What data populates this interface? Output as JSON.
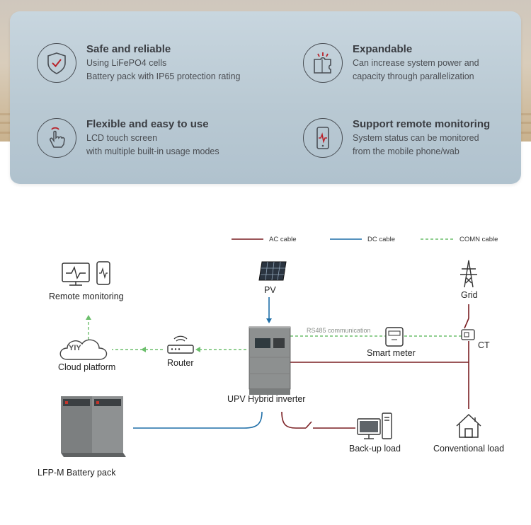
{
  "features": [
    {
      "title": "Safe and reliable",
      "lines": [
        "Using LiFePO4 cells",
        "Battery pack with IP65 protection rating"
      ],
      "icon": "shield-check-icon"
    },
    {
      "title": "Expandable",
      "lines": [
        "Can increase system power and",
        "capacity through parallelization"
      ],
      "icon": "puzzle-icon"
    },
    {
      "title": "Flexible and easy to use",
      "lines": [
        "LCD touch screen",
        "with multiple built-in usage modes"
      ],
      "icon": "touch-hand-icon"
    },
    {
      "title": "Support remote monitoring",
      "lines": [
        "System status can be monitored",
        "from the mobile phone/wab"
      ],
      "icon": "phone-monitor-icon"
    }
  ],
  "legend": {
    "ac": "AC cable",
    "dc": "DC cable",
    "comn": "COMN cable"
  },
  "colors": {
    "ac": "#7a1e22",
    "dc": "#1f6fa8",
    "comn": "#6dbf6d"
  },
  "nodes": {
    "remote_monitoring": "Remote monitoring",
    "cloud_platform": "Cloud platform",
    "router": "Router",
    "pv": "PV",
    "grid": "Grid",
    "smart_meter": "Smart meter",
    "ct": "CT",
    "inverter": "UPV Hybrid inverter",
    "battery": "LFP-M Battery pack",
    "backup_load": "Back-up load",
    "conventional_load": "Conventional load",
    "rs485": "RS485 communication",
    "cloud_logo": "YIY"
  }
}
